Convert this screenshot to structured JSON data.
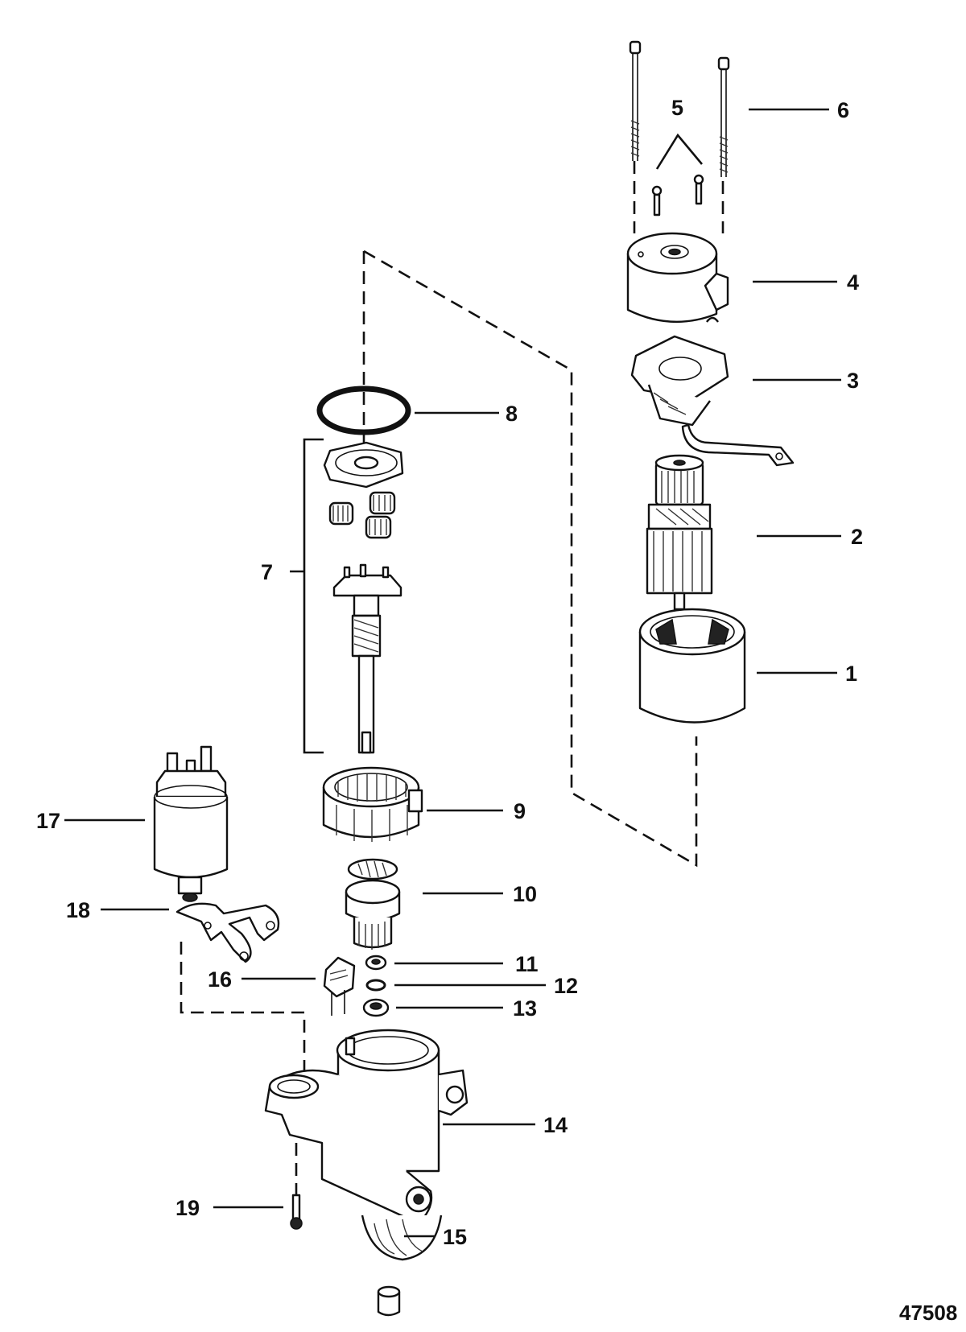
{
  "callouts": [
    {
      "id": "1",
      "label": "1"
    },
    {
      "id": "2",
      "label": "2"
    },
    {
      "id": "3",
      "label": "3"
    },
    {
      "id": "4",
      "label": "4"
    },
    {
      "id": "5",
      "label": "5"
    },
    {
      "id": "6",
      "label": "6"
    },
    {
      "id": "7",
      "label": "7"
    },
    {
      "id": "8",
      "label": "8"
    },
    {
      "id": "9",
      "label": "9"
    },
    {
      "id": "10",
      "label": "10"
    },
    {
      "id": "11",
      "label": "11"
    },
    {
      "id": "12",
      "label": "12"
    },
    {
      "id": "13",
      "label": "13"
    },
    {
      "id": "14",
      "label": "14"
    },
    {
      "id": "15",
      "label": "15"
    },
    {
      "id": "16",
      "label": "16"
    },
    {
      "id": "17",
      "label": "17"
    },
    {
      "id": "18",
      "label": "18"
    },
    {
      "id": "19",
      "label": "19"
    }
  ],
  "figure_id": "47508"
}
